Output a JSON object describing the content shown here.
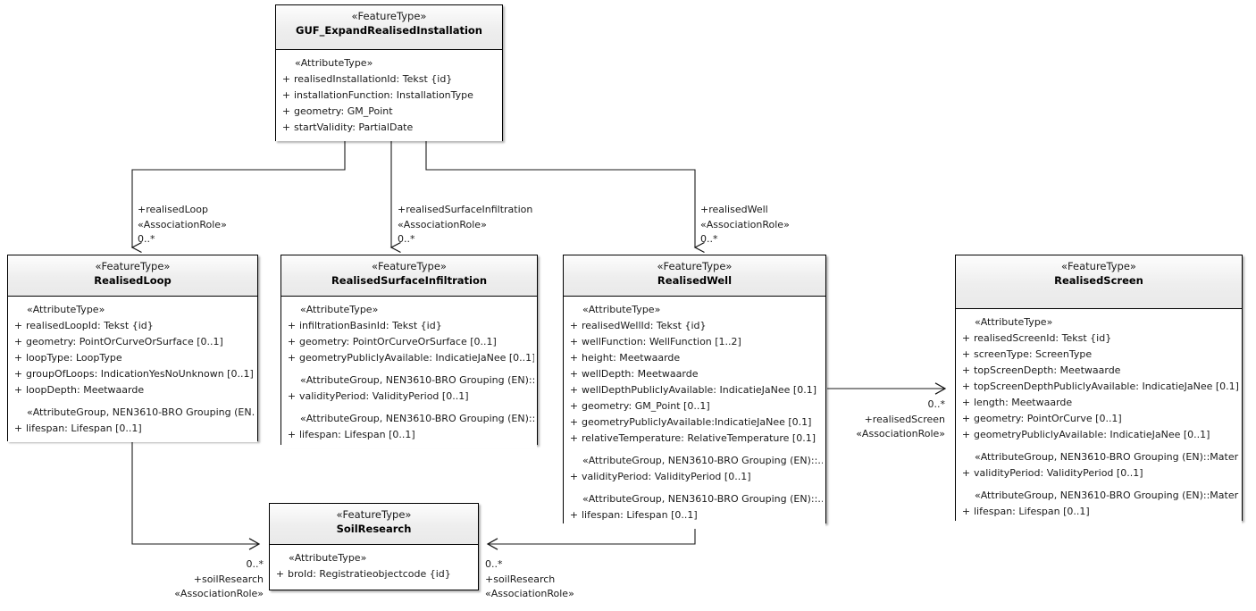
{
  "diagram": {
    "type": "uml-class-diagram",
    "title": "GUF_ExpandRealisedInstallation class diagram"
  },
  "classes": {
    "guf_expand": {
      "stereotype": "«FeatureType»",
      "name": "GUF_ExpandRealisedInstallation",
      "compartments": [
        {
          "group": "«AttributeType»",
          "attributes": [
            {
              "vis": "+",
              "text": "realisedInstallationId: Tekst {id}"
            },
            {
              "vis": "+",
              "text": "installationFunction: InstallationType"
            },
            {
              "vis": "+",
              "text": "geometry: GM_Point"
            },
            {
              "vis": "+",
              "text": "startValidity: PartialDate"
            }
          ]
        }
      ]
    },
    "realised_loop": {
      "stereotype": "«FeatureType»",
      "name": "RealisedLoop",
      "compartments": [
        {
          "group": "«AttributeType»",
          "attributes": [
            {
              "vis": "+",
              "text": "realisedLoopId: Tekst {id}"
            },
            {
              "vis": "+",
              "text": "geometry: PointOrCurveOrSurface [0..1]"
            },
            {
              "vis": "+",
              "text": "loopType: LoopType"
            },
            {
              "vis": "+",
              "text": "groupOfLoops: IndicationYesNoUnknown [0..1]"
            },
            {
              "vis": "+",
              "text": "loopDepth: Meetwaarde"
            }
          ]
        },
        {
          "group": "«AttributeGroup, NEN3610-BRO Grouping (EN…",
          "attributes": [
            {
              "vis": "+",
              "text": "lifespan: Lifespan [0..1]"
            }
          ]
        }
      ]
    },
    "realised_surface_infiltration": {
      "stereotype": "«FeatureType»",
      "name": "RealisedSurfaceInfiltration",
      "compartments": [
        {
          "group": "«AttributeType»",
          "attributes": [
            {
              "vis": "+",
              "text": "infiltrationBasinId: Tekst {id}"
            },
            {
              "vis": "+",
              "text": "geometry: PointOrCurveOrSurface [0..1]"
            },
            {
              "vis": "+",
              "text": "geometryPubliclyAvailable: IndicatieJaNee [0..1]"
            }
          ]
        },
        {
          "group": "«AttributeGroup, NEN3610-BRO Grouping (EN)::…",
          "attributes": [
            {
              "vis": "+",
              "text": "validityPeriod: ValidityPeriod [0..1]"
            }
          ]
        },
        {
          "group": "«AttributeGroup, NEN3610-BRO Grouping (EN)::…",
          "attributes": [
            {
              "vis": "+",
              "text": "lifespan: Lifespan [0..1]"
            }
          ]
        }
      ]
    },
    "realised_well": {
      "stereotype": "«FeatureType»",
      "name": "RealisedWell",
      "compartments": [
        {
          "group": "«AttributeType»",
          "attributes": [
            {
              "vis": "+",
              "text": "realisedWellId: Tekst {id}"
            },
            {
              "vis": "+",
              "text": "wellFunction: WellFunction [1..2]"
            },
            {
              "vis": "+",
              "text": "height: Meetwaarde"
            },
            {
              "vis": "+",
              "text": "wellDepth: Meetwaarde"
            },
            {
              "vis": "+",
              "text": "wellDepthPubliclyAvailable: IndicatieJaNee [0.1]"
            },
            {
              "vis": "+",
              "text": "geometry: GM_Point [0..1]"
            },
            {
              "vis": "+",
              "text": "geometryPubliclyAvailable:IndicatieJaNee [0.1]"
            },
            {
              "vis": "+",
              "text": "relativeTemperature: RelativeTemperature [0.1]"
            }
          ]
        },
        {
          "group": "«AttributeGroup, NEN3610-BRO Grouping (EN)::…",
          "attributes": [
            {
              "vis": "+",
              "text": "validityPeriod: ValidityPeriod [0..1]"
            }
          ]
        },
        {
          "group": "«AttributeGroup, NEN3610-BRO Grouping (EN)::…",
          "attributes": [
            {
              "vis": "+",
              "text": "lifespan: Lifespan [0..1]"
            }
          ]
        }
      ]
    },
    "realised_screen": {
      "stereotype": "«FeatureType»",
      "name": "RealisedScreen",
      "compartments": [
        {
          "group": "«AttributeType»",
          "attributes": [
            {
              "vis": "+",
              "text": "realisedScreenId: Tekst {id}"
            },
            {
              "vis": "+",
              "text": "screenType: ScreenType"
            },
            {
              "vis": "+",
              "text": "topScreenDepth: Meetwaarde"
            },
            {
              "vis": "+",
              "text": "topScreenDepthPubliclyAvailable: IndicatieJaNee [0.1]"
            },
            {
              "vis": "+",
              "text": "length: Meetwaarde"
            },
            {
              "vis": "+",
              "text": "geometry: PointOrCurve [0..1]"
            },
            {
              "vis": "+",
              "text": "geometryPubliclyAvailable: IndicatieJaNee [0..1]"
            }
          ]
        },
        {
          "group": "«AttributeGroup, NEN3610-BRO Grouping (EN)::Mater…",
          "attributes": [
            {
              "vis": "+",
              "text": "validityPeriod: ValidityPeriod [0..1]"
            }
          ]
        },
        {
          "group": "«AttributeGroup, NEN3610-BRO Grouping (EN)::Mater…",
          "attributes": [
            {
              "vis": "+",
              "text": "lifespan: Lifespan [0..1]"
            }
          ]
        }
      ]
    },
    "soil_research": {
      "stereotype": "«FeatureType»",
      "name": "SoilResearch",
      "compartments": [
        {
          "group": "«AttributeType»",
          "attributes": [
            {
              "vis": "+",
              "text": "broId: Registratieobjectcode {id}"
            }
          ]
        }
      ]
    }
  },
  "associations": {
    "realised_loop": {
      "role": "+realisedLoop",
      "stereotype": "«AssociationRole»",
      "multiplicity": "0..*"
    },
    "realised_surface_infiltration": {
      "role": "+realisedSurfaceInfiltration",
      "stereotype": "«AssociationRole»",
      "multiplicity": "0..*"
    },
    "realised_well": {
      "role": "+realisedWell",
      "stereotype": "«AssociationRole»",
      "multiplicity": "0..*"
    },
    "realised_screen": {
      "multiplicity": "0..*",
      "role": "+realisedScreen",
      "stereotype": "«AssociationRole»"
    },
    "soil_research_left": {
      "multiplicity": "0..*",
      "role": "+soilResearch",
      "stereotype": "«AssociationRole»"
    },
    "soil_research_right": {
      "multiplicity": "0..*",
      "role": "+soilResearch",
      "stereotype": "«AssociationRole»"
    }
  },
  "colors": {
    "header_fill": "#eeeeee",
    "body_fill": "#ffffff",
    "border": "#000000",
    "text": "#1a1a1a",
    "connector": "#333333"
  }
}
